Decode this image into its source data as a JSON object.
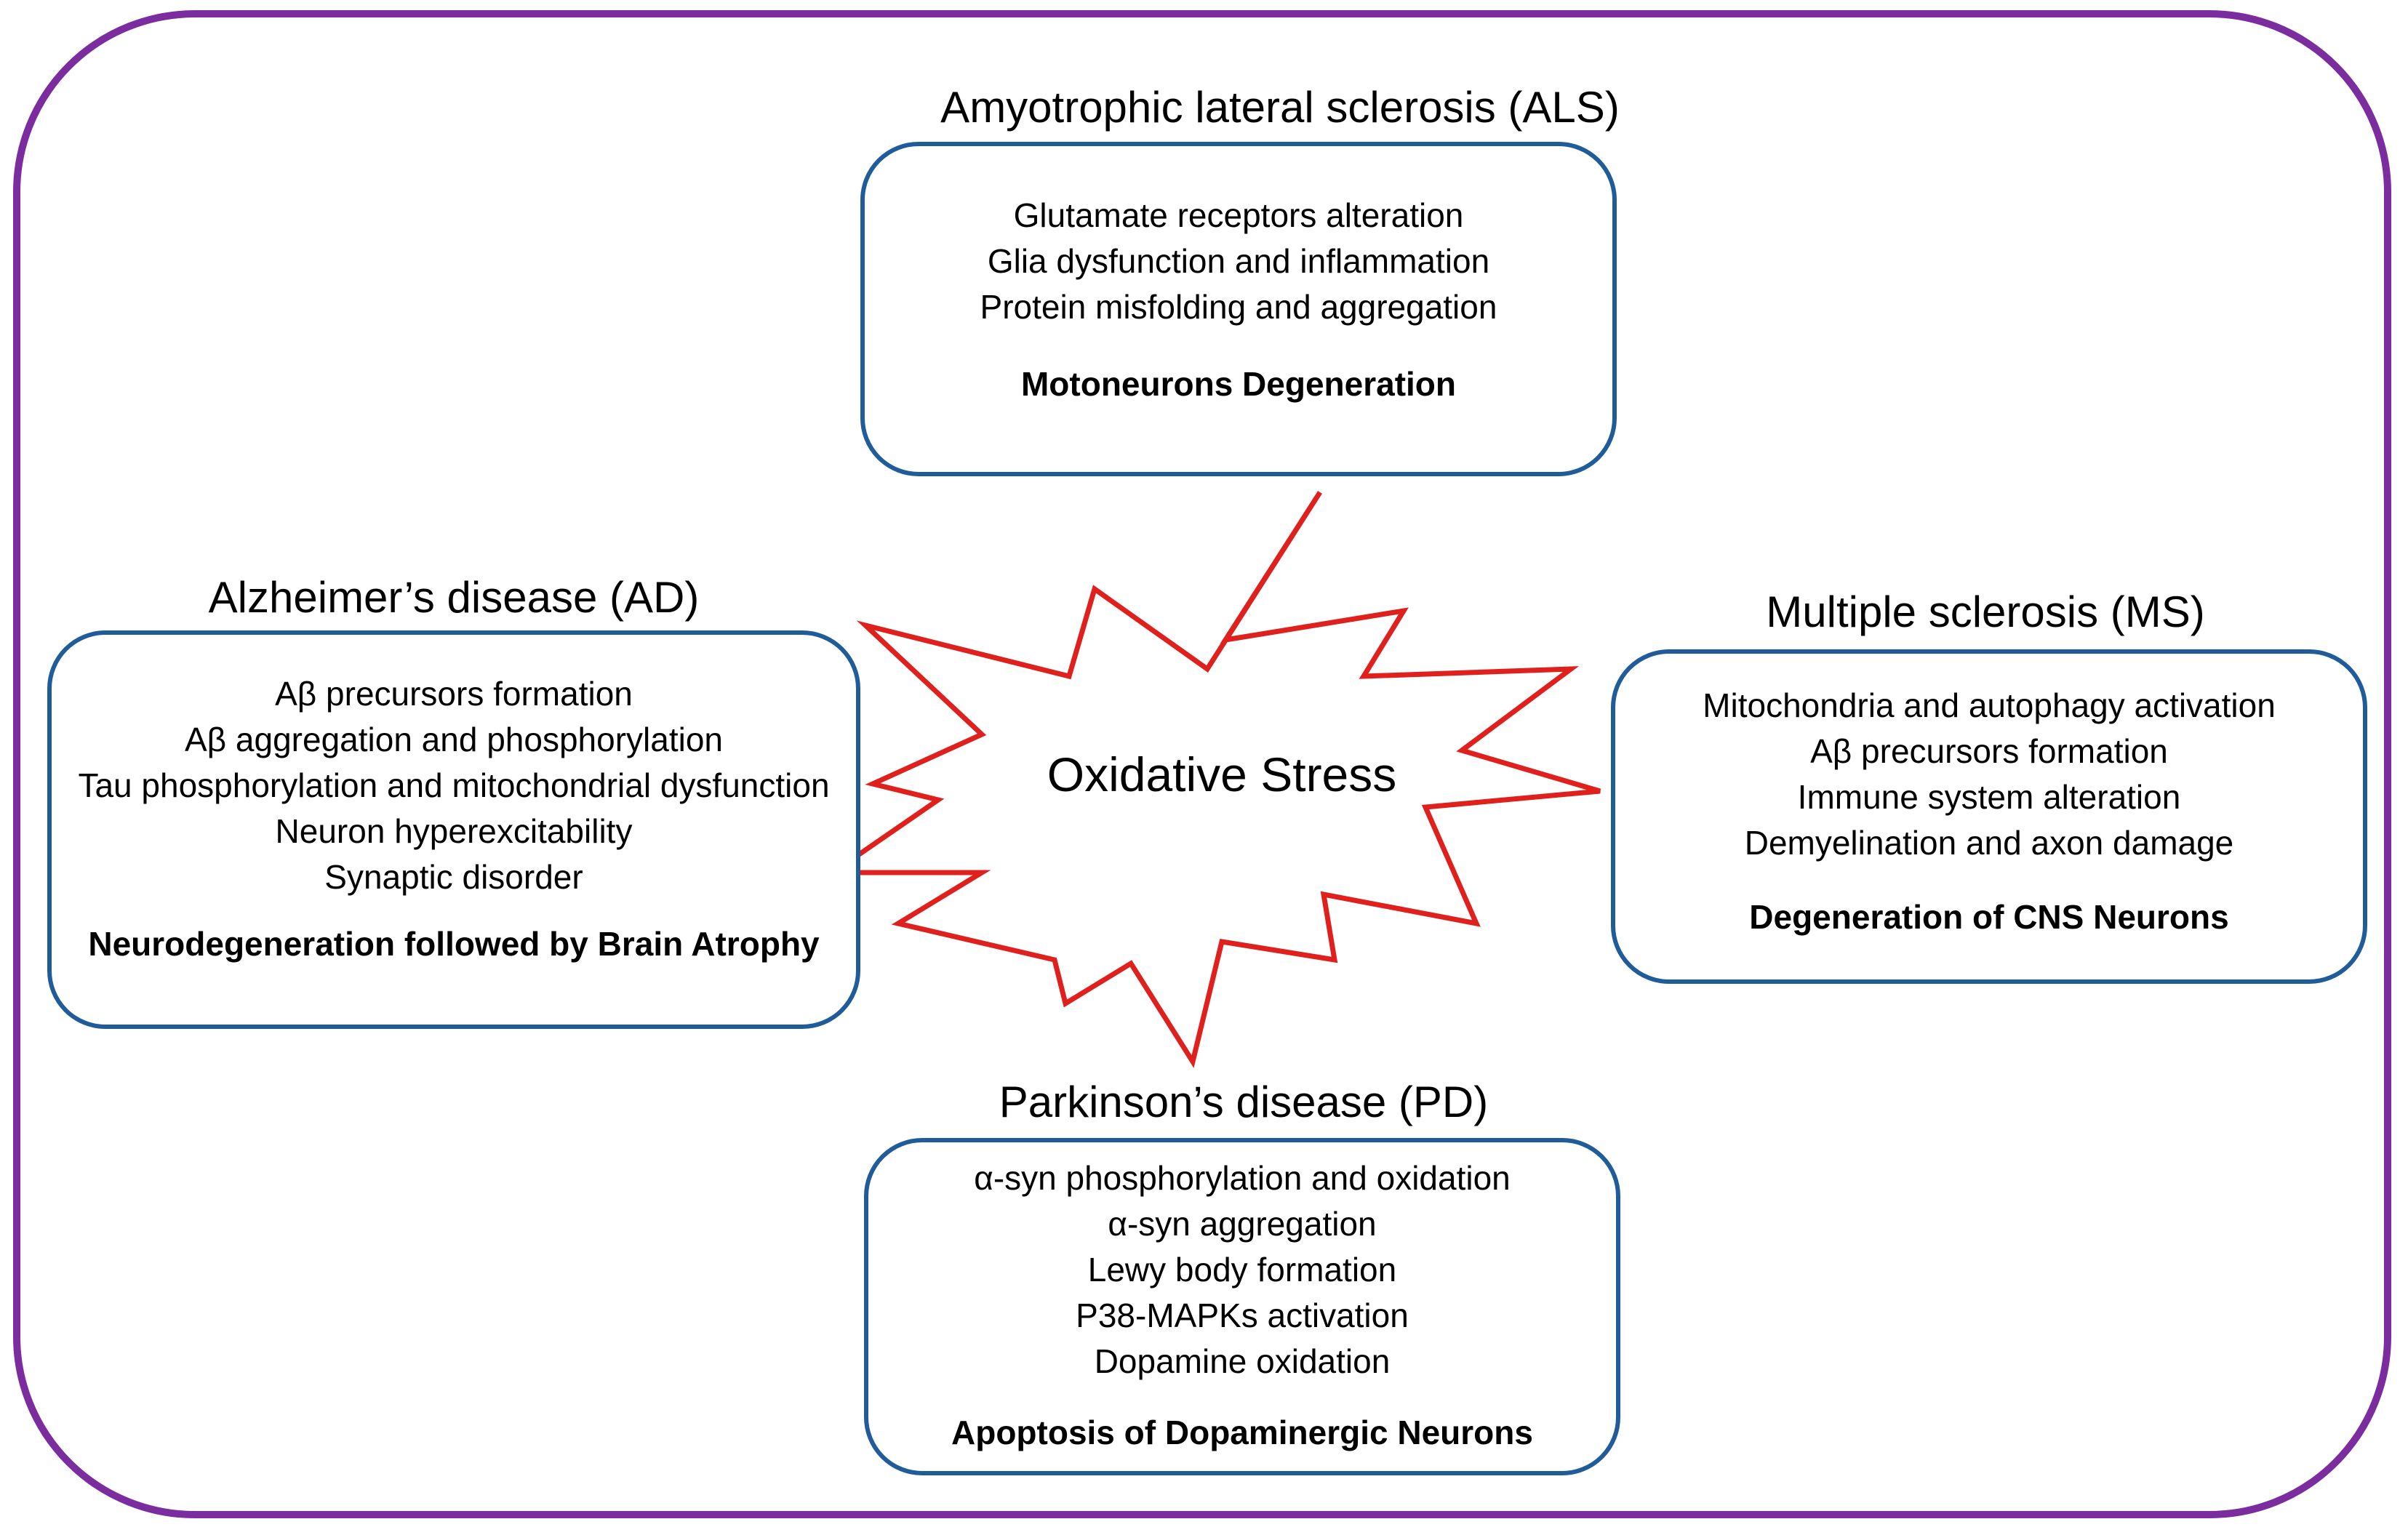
{
  "center": {
    "label": "Oxidative Stress"
  },
  "colors": {
    "frame": "#7B2C9E",
    "box_border": "#1F5C99",
    "burst_stroke": "#E0201C"
  },
  "diseases": {
    "als": {
      "title": "Amyotrophic lateral sclerosis (ALS)",
      "items": [
        "Glutamate receptors alteration",
        "Glia dysfunction and inflammation",
        "Protein misfolding and aggregation"
      ],
      "outcome": "Motoneurons Degeneration"
    },
    "ad": {
      "title": "Alzheimer’s disease (AD)",
      "items": [
        "Aβ precursors formation",
        "Aβ aggregation and phosphorylation",
        "Tau phosphorylation and mitochondrial dysfunction",
        "Neuron hyperexcitability",
        "Synaptic disorder"
      ],
      "outcome": "Neurodegeneration followed by Brain Atrophy"
    },
    "ms": {
      "title": "Multiple sclerosis (MS)",
      "items": [
        "Mitochondria and autophagy activation",
        "Aβ precursors formation",
        "Immune system alteration",
        "Demyelination and axon damage"
      ],
      "outcome": "Degeneration of CNS Neurons"
    },
    "pd": {
      "title": "Parkinson’s disease (PD)",
      "items": [
        "α-syn phosphorylation and oxidation",
        "α-syn aggregation",
        "Lewy body formation",
        "P38-MAPKs activation",
        "Dopamine oxidation"
      ],
      "outcome": "Apoptosis of Dopaminergic Neurons"
    }
  }
}
